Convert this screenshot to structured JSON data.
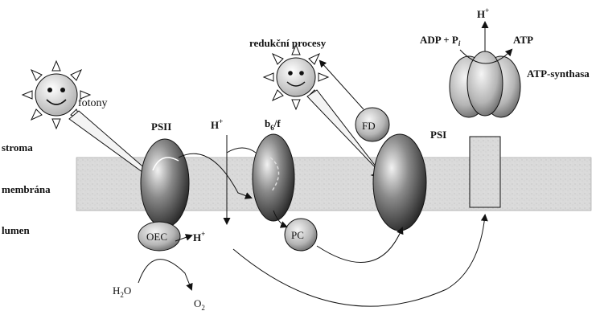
{
  "layers": {
    "stroma": "stroma",
    "membrane": "membrána",
    "lumen": "lumen"
  },
  "complexes": {
    "psii": "PSII",
    "oec": "OEC",
    "b6f": "b",
    "b6f_sub": "6",
    "b6f_tail": "/f",
    "pc": "PC",
    "fd": "FD",
    "psi": "PSI",
    "atp_synthase": "ATP-synthasa"
  },
  "labels": {
    "photons": "fotony",
    "reduction": "redukční procesy",
    "h_plus_stroma": "H",
    "h_plus_lumen": "H",
    "h_plus_top": "H",
    "plus": "+",
    "adp": "ADP + P",
    "adp_i": "i",
    "atp": "ATP",
    "water": "H",
    "water_sub": "2",
    "water_o": "O",
    "oxygen": "O",
    "oxygen_sub": "2"
  },
  "colors": {
    "membrane": "#d9d9d9",
    "complex_dark": "#3a3a3a",
    "complex_light": "#e6e6e6",
    "line": "#111111"
  },
  "icons": [
    "sun-icon",
    "sun-icon"
  ]
}
